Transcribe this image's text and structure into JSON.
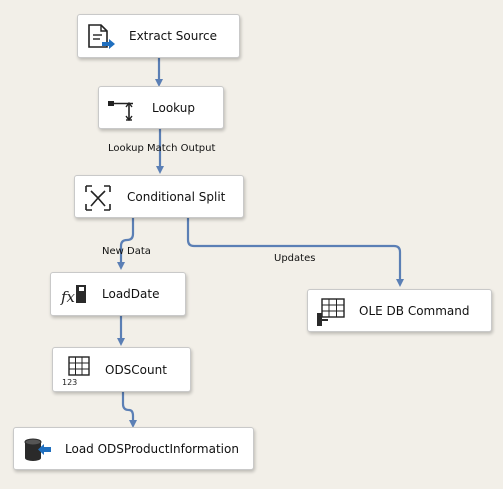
{
  "components": {
    "extract_source": {
      "label": "Extract Source",
      "icon": "flat-file-source-icon"
    },
    "lookup": {
      "label": "Lookup",
      "icon": "lookup-icon"
    },
    "conditional_split": {
      "label": "Conditional Split",
      "icon": "conditional-split-icon"
    },
    "load_date": {
      "label": "LoadDate",
      "icon": "derived-column-icon"
    },
    "ods_count": {
      "label": "ODSCount",
      "icon": "row-count-icon"
    },
    "load_ods": {
      "label": "Load ODSProductInformation",
      "icon": "ole-db-destination-icon"
    },
    "ole_db_command": {
      "label": "OLE DB Command",
      "icon": "ole-db-command-icon"
    }
  },
  "paths": {
    "lookup_match_output": "Lookup Match Output",
    "new_data": "New Data",
    "updates": "Updates"
  },
  "colors": {
    "canvas": "#f2efe8",
    "connector": "#5b7fb5",
    "icon_accent": "#1f6fbf"
  }
}
